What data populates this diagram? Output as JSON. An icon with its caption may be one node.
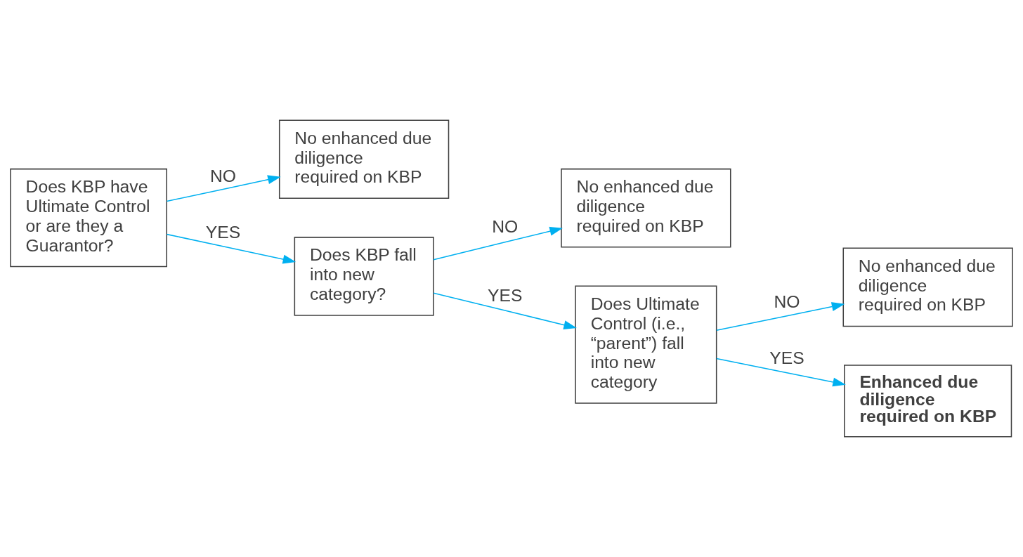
{
  "diagram": {
    "nodes": [
      {
        "text": [
          "Does KBP have Ultimate Control or are they a Guarantor?"
        ]
      },
      {
        "text": [
          "No enhanced due diligence required on KBP"
        ]
      },
      {
        "text": [
          "Does KBP fall into new category?"
        ]
      },
      {
        "text": [
          "No enhanced due diligence required on KBP"
        ]
      },
      {
        "text": [
          "Does Ultimate Control (i.e., “parent”) fall into new category"
        ]
      },
      {
        "text": [
          "No enhanced due diligence required on KBP"
        ]
      },
      {
        "text": [
          "Enhanced due diligence required on KBP"
        ]
      }
    ],
    "edges": [
      {
        "from": 0,
        "to": 1,
        "arrow": "to",
        "label": "NO"
      },
      {
        "from": 0,
        "to": 2,
        "arrow": "to",
        "label": "YES"
      },
      {
        "from": 2,
        "to": 3,
        "arrow": "to",
        "label": "NO"
      },
      {
        "from": 2,
        "to": 4,
        "arrow": "to",
        "label": "YES"
      },
      {
        "from": 4,
        "to": 5,
        "arrow": "to",
        "label": "NO"
      },
      {
        "from": 4,
        "to": 6,
        "arrow": "to",
        "label": "YES"
      }
    ]
  }
}
